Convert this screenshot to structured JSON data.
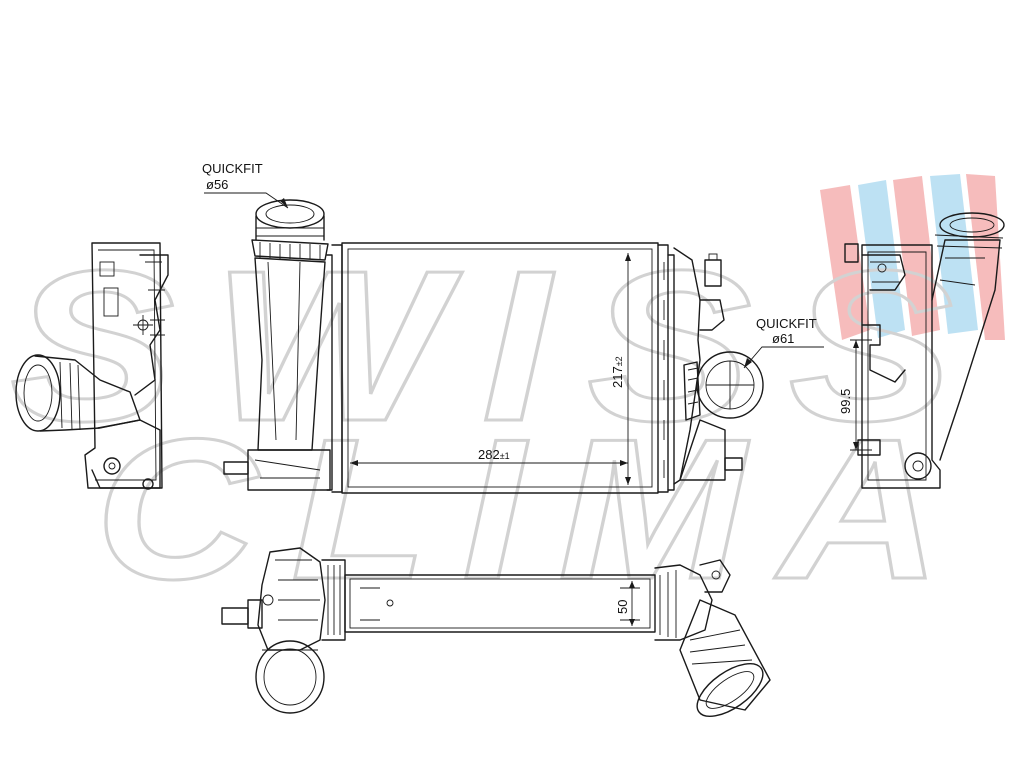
{
  "watermark": {
    "line1": "SWISS",
    "line2": "CLIMA",
    "flag_colors": [
      "#f4a6a6",
      "#a8d8f0"
    ]
  },
  "callouts": {
    "inlet_label": "QUICKFIT",
    "inlet_diameter": "ø56",
    "outlet_label": "QUICKFIT",
    "outlet_diameter": "ø61"
  },
  "dimensions": {
    "width_value": "282",
    "width_tolerance": "±1",
    "height_value": "217",
    "height_tolerance": "±2",
    "depth_value": "50",
    "side_height_value": "99.5"
  },
  "colors": {
    "line": "#1a1a1a",
    "watermark": "#cfcfcf"
  }
}
